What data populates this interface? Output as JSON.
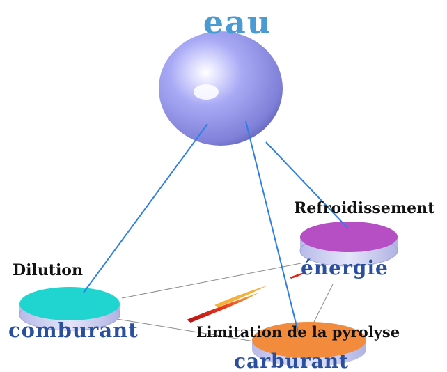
{
  "center": {
    "title": "eau"
  },
  "nodes": {
    "comburant": "comburant",
    "energie": "énergie",
    "carburant": "carburant"
  },
  "effects": {
    "dilution": "Dilution",
    "refroidissement": "Refroidissement",
    "pyrolyse": "Limitation de la pyrolyse"
  },
  "colors": {
    "title": "#4a9ad4",
    "node_label": "#2a4f9e",
    "text": "#111111",
    "sphere": "#a7a8f4",
    "comburant_disc": "#20d4cf",
    "energie_disc": "#b64fc4",
    "carburant_disc": "#f28b3c",
    "disc_side": "#c7c9f0",
    "connector": "#2f7fe0",
    "triangle_line": "#8a8a8a",
    "flame": "#d9261c"
  }
}
